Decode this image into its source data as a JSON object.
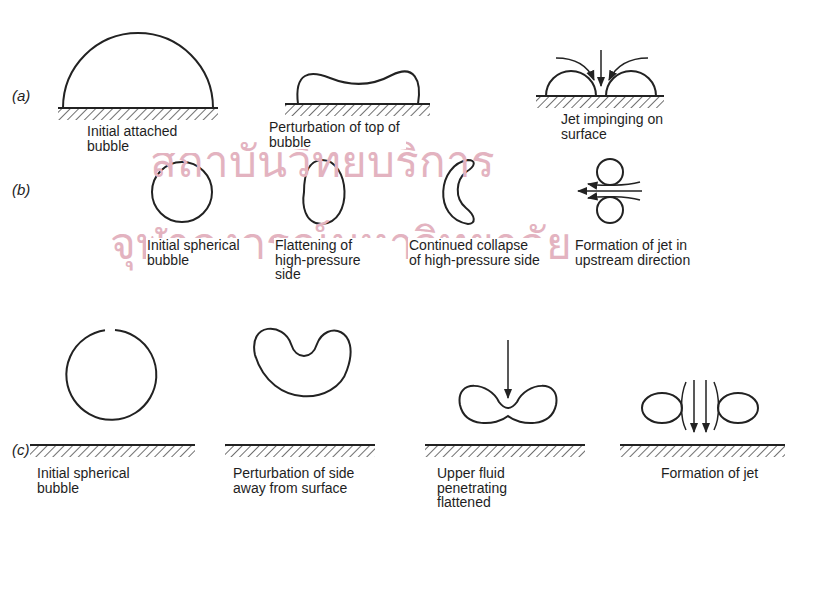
{
  "diagram": {
    "labels": [
      "สถาบันวิทยบริการ",
      "จุฬาลงกรณ์มหาวิทยาลัย",
      "(a)",
      "Initial attached bubble",
      "Perturbation of top of bubble",
      "Jet impinging on surface",
      "(b)",
      "Initial spherical bubble",
      "Flattening of high-pressure side",
      "Continued collapse of high-pressure side",
      "Formation of jet in upstream direction",
      "(c)",
      "Initial spherical bubble",
      "Perturbation of side away from surface",
      "Upper fluid penetrating flattened",
      "Formation of jet"
    ]
  }
}
